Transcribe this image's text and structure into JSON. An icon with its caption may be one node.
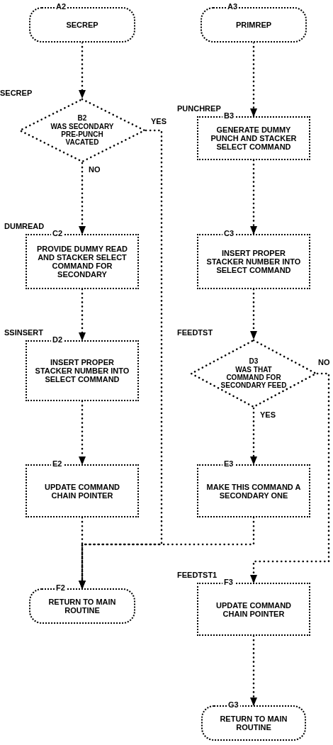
{
  "diagram": {
    "nodes": [
      {
        "text": [
          "A2",
          "SECREP"
        ]
      },
      {
        "text": [
          "A3",
          "PRIMREP"
        ]
      },
      {
        "text": [
          "B2",
          "WAS SECONDARY PRE-PUNCH VACATED"
        ],
        "beside": [
          "SECREP"
        ]
      },
      {
        "text": [
          "B3",
          "GENERATE DUMMY PUNCH AND STACKER SELECT COMMAND"
        ],
        "beside": [
          "PUNCHREP"
        ]
      },
      {
        "text": [
          "C2",
          "PROVIDE DUMMY READ AND STACKER SELECT COMMAND FOR SECONDARY"
        ],
        "beside": [
          "DUMREAD"
        ]
      },
      {
        "text": [
          "C3",
          "INSERT PROPER STACKER NUMBER INTO SELECT COMMAND"
        ]
      },
      {
        "text": [
          "D2",
          "INSERT PROPER STACKER NUMBER INTO SELECT COMMAND"
        ],
        "beside": [
          "SSINSERT"
        ]
      },
      {
        "text": [
          "D3",
          "WAS THAT COMMAND FOR SECONDARY FEED"
        ],
        "beside": [
          "FEEDTST"
        ]
      },
      {
        "text": [
          "E2",
          "UPDATE COMMAND CHAIN POINTER"
        ]
      },
      {
        "text": [
          "E3",
          "MAKE THIS COMMAND A SECONDARY ONE"
        ]
      },
      {
        "text": [
          "F2",
          "RETURN TO MAIN ROUTINE"
        ]
      },
      {
        "text": [
          "F3",
          "UPDATE COMMAND CHAIN POINTER"
        ],
        "beside": [
          "FEEDTST1"
        ]
      },
      {
        "text": [
          "G3",
          "RETURN TO MAIN ROUTINE"
        ]
      }
    ],
    "edges": [
      {
        "from": 0,
        "to": 2,
        "arrow": "to"
      },
      {
        "from": 1,
        "to": 3,
        "arrow": "to"
      },
      {
        "from": 2,
        "to": 4,
        "arrow": "to",
        "label": "NO"
      },
      {
        "from": 2,
        "to": 10,
        "arrow": "to",
        "label": "YES"
      },
      {
        "from": 3,
        "to": 5,
        "arrow": "to"
      },
      {
        "from": 4,
        "to": 6,
        "arrow": "to"
      },
      {
        "from": 5,
        "to": 7,
        "arrow": "to"
      },
      {
        "from": 6,
        "to": 8,
        "arrow": "to"
      },
      {
        "from": 7,
        "to": 9,
        "arrow": "to",
        "label": "YES"
      },
      {
        "from": 7,
        "to": 11,
        "arrow": "to",
        "label": "NO"
      },
      {
        "from": 8,
        "to": 10,
        "arrow": "to"
      },
      {
        "from": 9,
        "to": 10,
        "arrow": "to"
      },
      {
        "from": 11,
        "to": 12,
        "arrow": "to"
      }
    ]
  }
}
